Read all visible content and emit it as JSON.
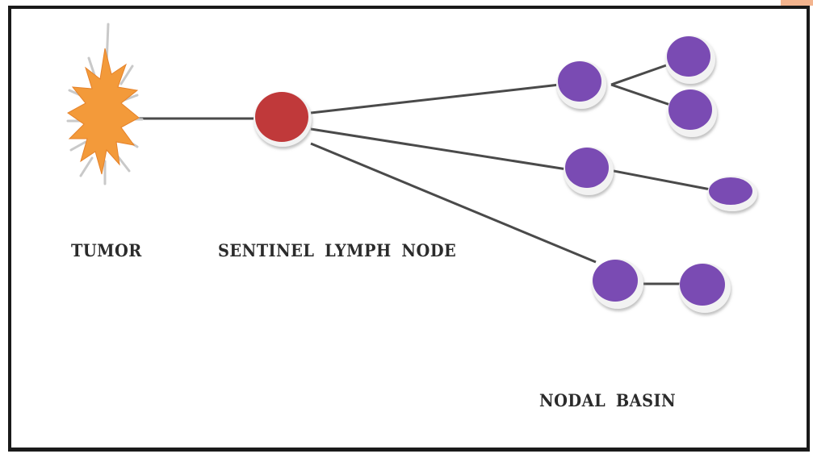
{
  "labels": {
    "tumor": "TUMOR",
    "sentinel": "SENTINEL  LYMPH NODE",
    "basin": "NODAL  BASIN"
  },
  "colors": {
    "tumor": "#f39a3a",
    "tumor_spikes": "#c9c9c9",
    "sentinel_node": "#c0393a",
    "basin_node": "#7a4bb3",
    "line": "#4a4a4a",
    "frame": "#1a1a1a"
  }
}
